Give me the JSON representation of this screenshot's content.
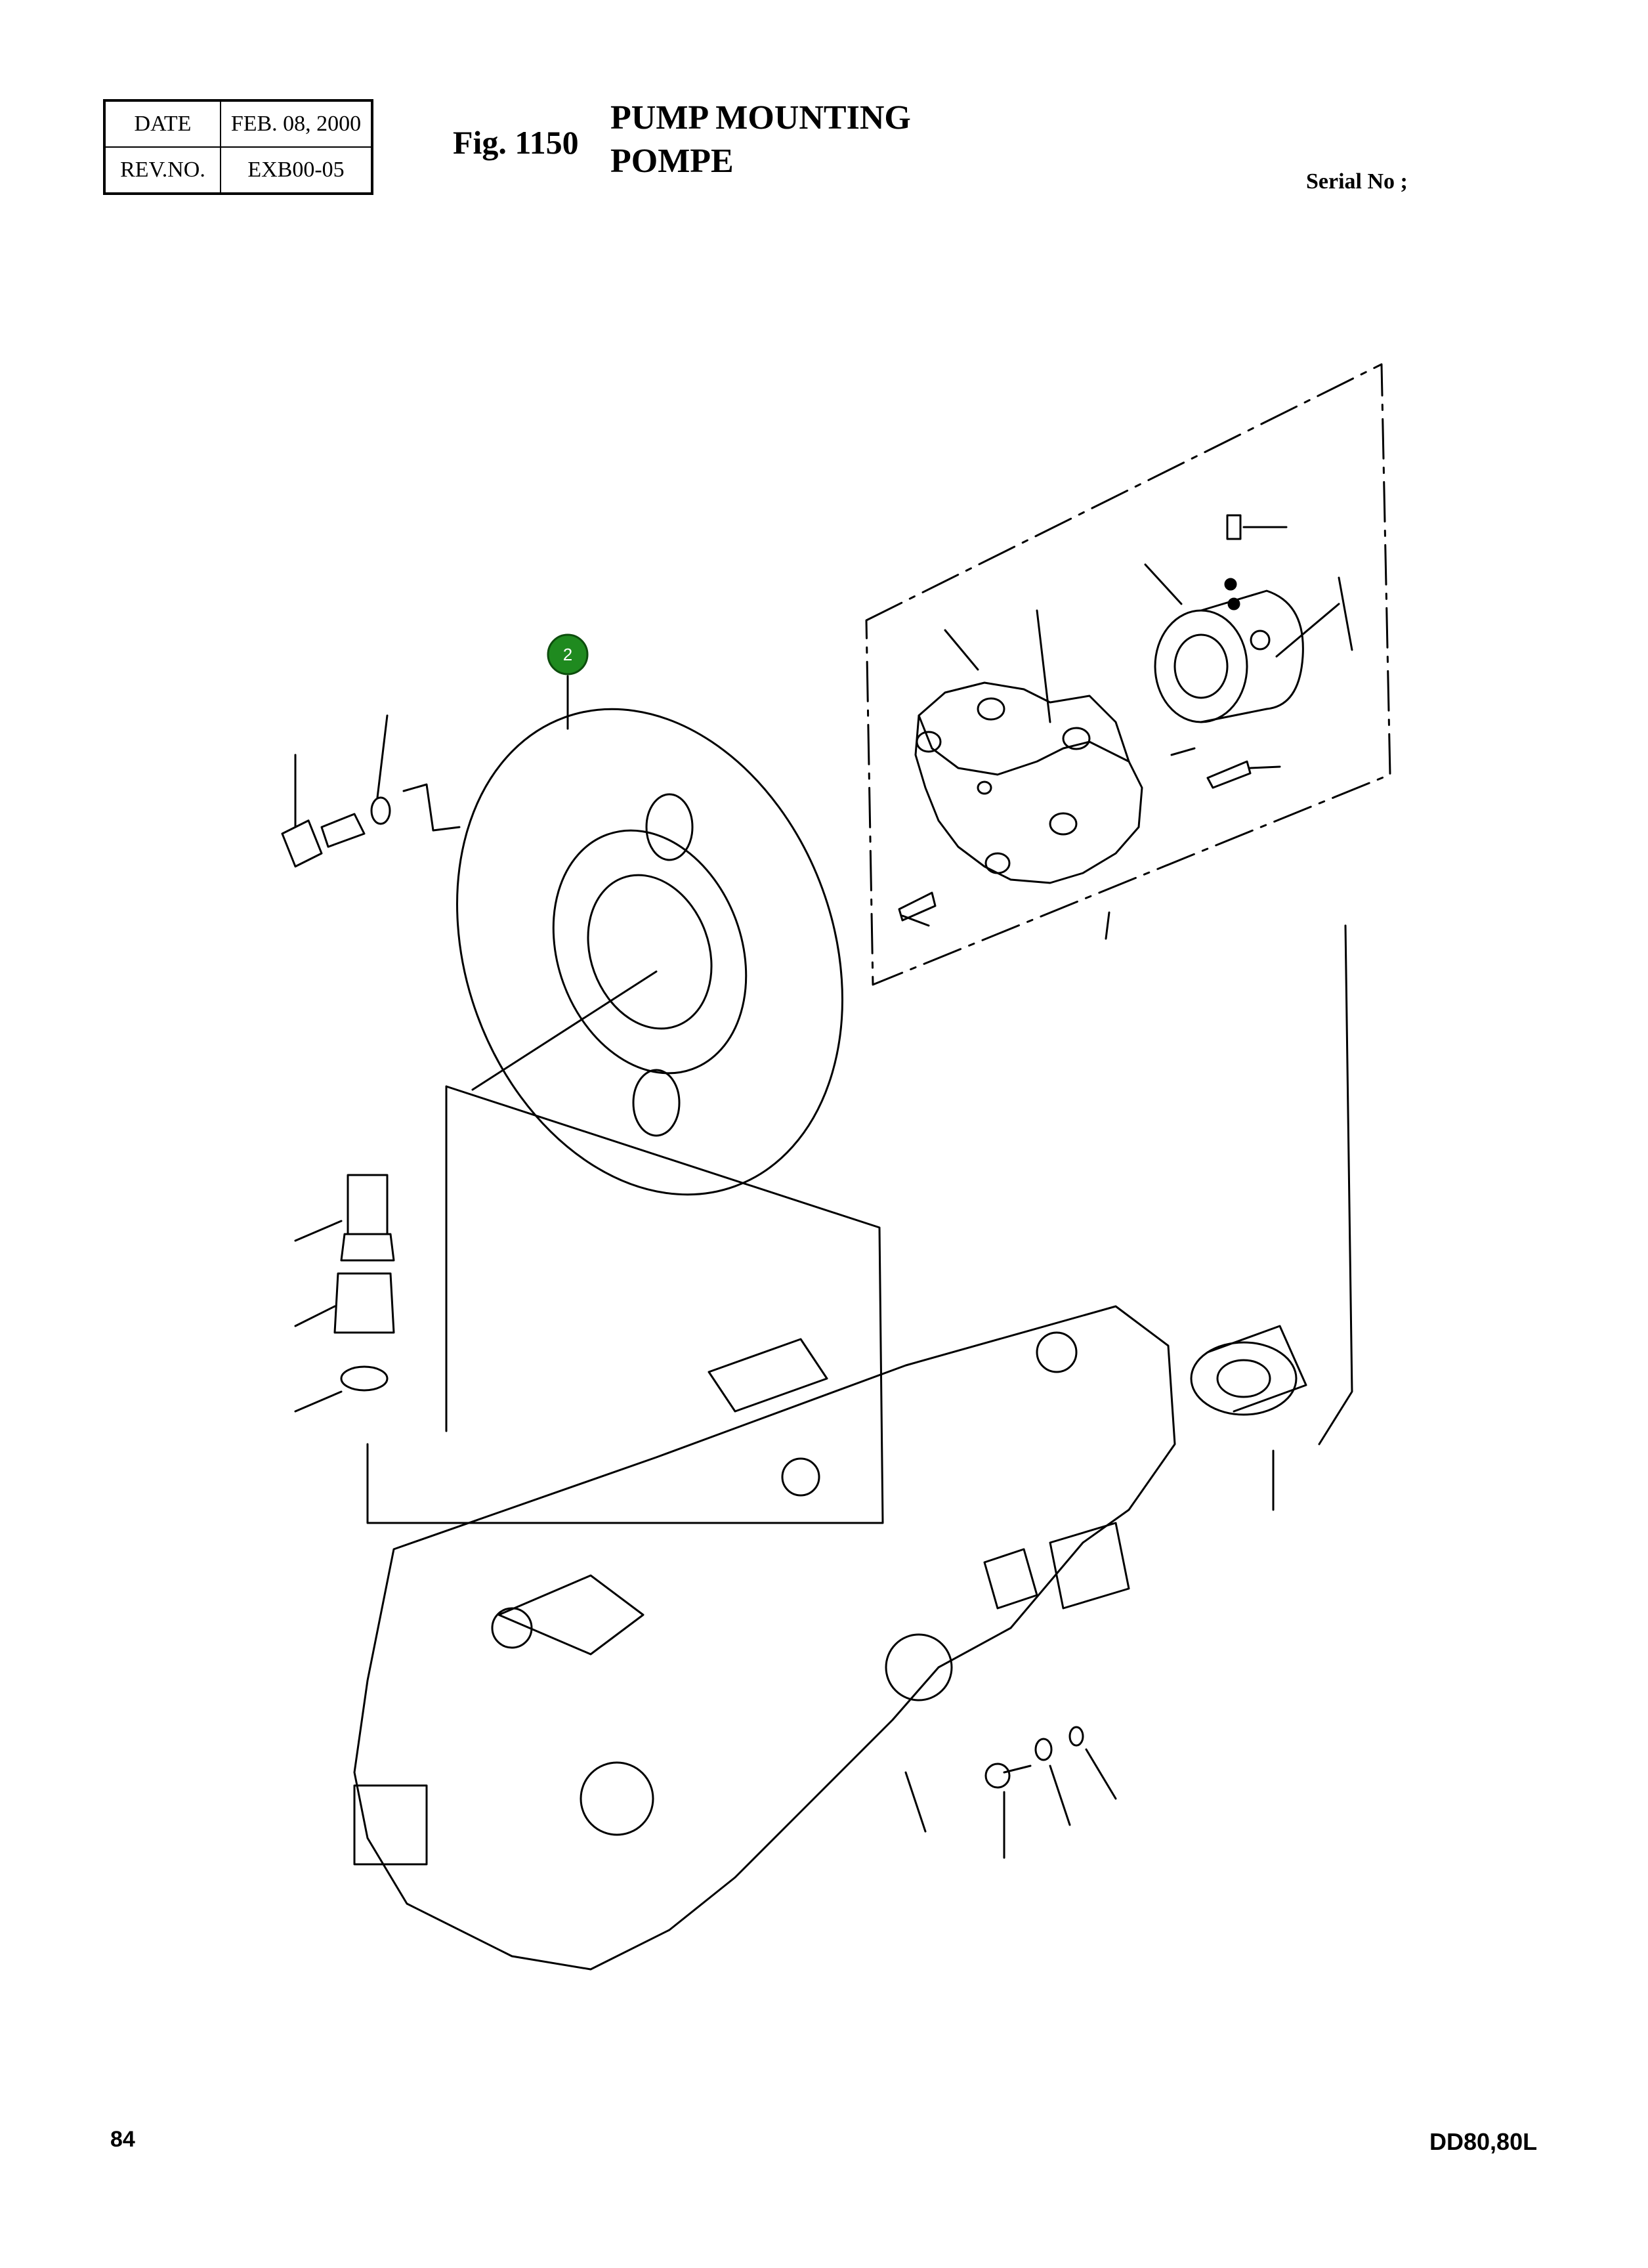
{
  "header": {
    "date_label": "DATE",
    "date_value": "FEB. 08, 2000",
    "rev_label": "REV.NO.",
    "rev_value": "EXB00-05"
  },
  "figure": {
    "number": "Fig. 1150",
    "title_en": "PUMP MOUNTING",
    "title_fr": "POMPE"
  },
  "serial_label": "Serial No ;",
  "callouts": [
    {
      "label": "2",
      "color": "#1f8a1f"
    }
  ],
  "footer": {
    "page": "84",
    "model": "DD80,80L"
  }
}
